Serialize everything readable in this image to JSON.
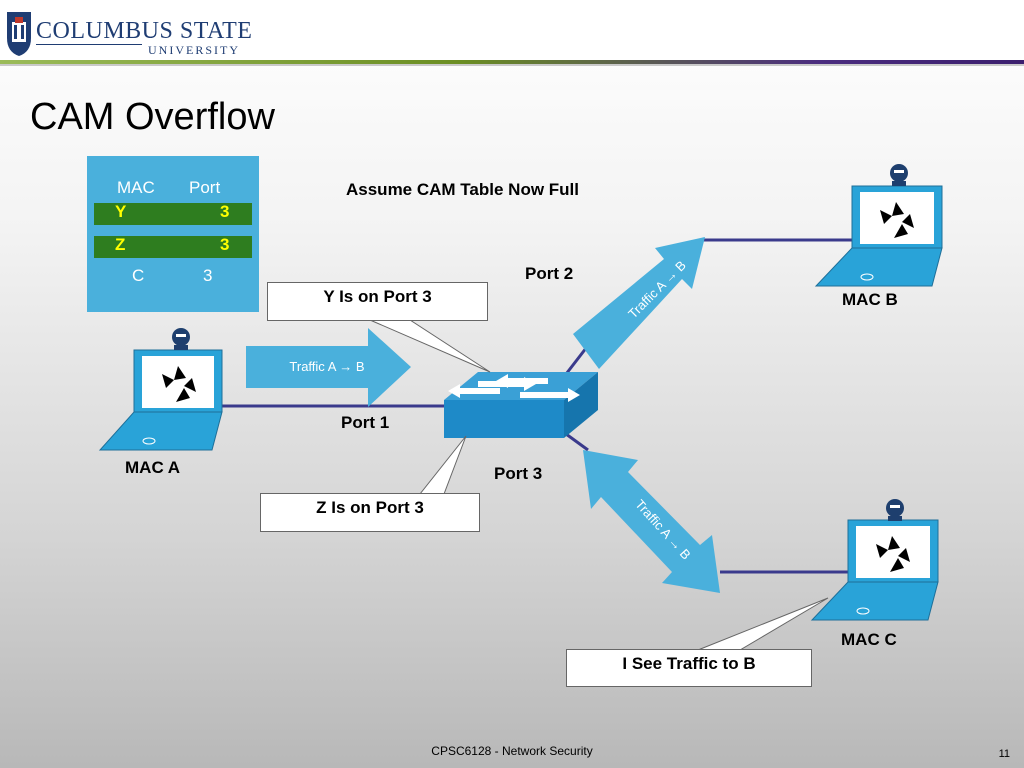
{
  "header": {
    "logo_name": "COLUMBUS STATE",
    "logo_sub": "UNIVERSITY"
  },
  "slide": {
    "title": "CAM Overflow",
    "note": "Assume CAM Table Now Full"
  },
  "cam_table": {
    "col_mac": "MAC",
    "col_port": "Port",
    "rows": [
      {
        "mac": "Y",
        "port": "3",
        "highlight": true
      },
      {
        "mac": "Z",
        "port": "3",
        "highlight": true
      },
      {
        "mac": "C",
        "port": "3",
        "highlight": false
      }
    ]
  },
  "hosts": {
    "a": "MAC A",
    "b": "MAC B",
    "c": "MAC C"
  },
  "ports": {
    "p1": "Port 1",
    "p2": "Port 2",
    "p3": "Port 3"
  },
  "traffic": {
    "label_a": "Traffic A",
    "label_b": "B",
    "arrow_glyph": "→"
  },
  "callouts": {
    "y": "Y Is on Port 3",
    "z": "Z Is on Port 3",
    "c": "I See Traffic to B"
  },
  "footer": {
    "course": "CPSC6128 - Network Security",
    "page": "11"
  },
  "colors": {
    "accent_blue": "#4ab0dc",
    "cam_highlight": "#2e7d1f",
    "highlight_text": "#ffff00",
    "link_line": "#3a3a8c"
  }
}
